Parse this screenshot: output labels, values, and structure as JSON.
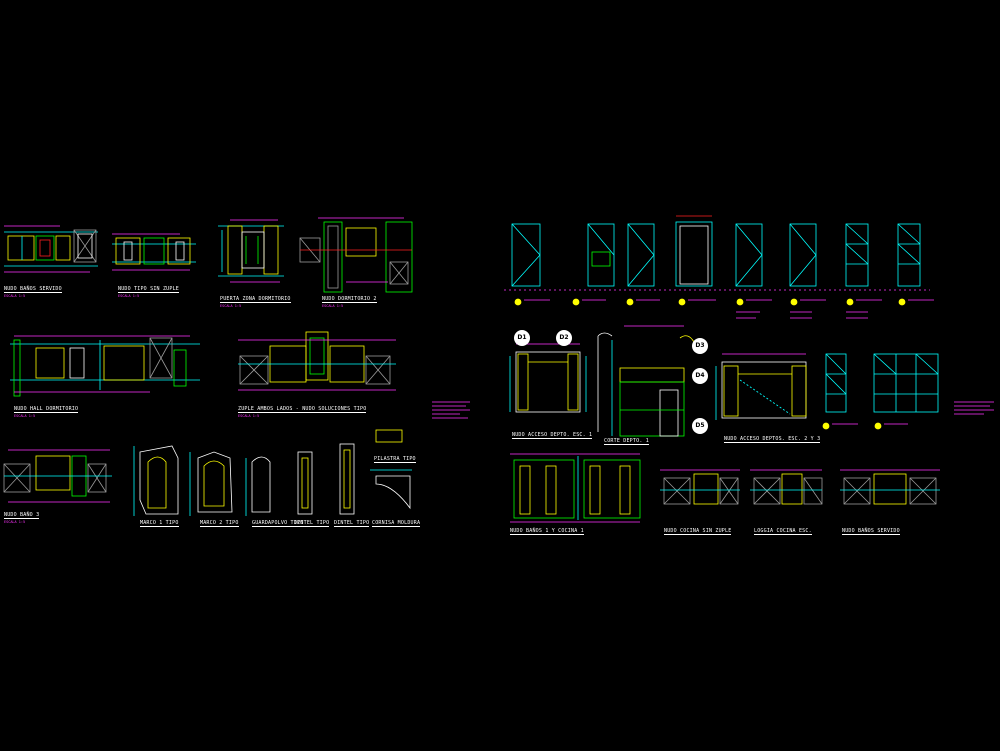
{
  "drawing": {
    "background": "#000000",
    "colors": {
      "cyan": "#00ffff",
      "yellow": "#ffff00",
      "green": "#00ff00",
      "magenta": "#ff33ff",
      "white": "#ffffff",
      "red": "#ff2020",
      "grey": "#9a9a9a",
      "blue": "#3333ff"
    },
    "left_sheet": {
      "labels": [
        "NUDO BAÑOS SERVIDO",
        "NUDO TIPO SIN ZUPLE",
        "PUERTA ZONA DORMITORIO",
        "NUDO DORMITORIO 2",
        "NUDO HALL DORMITORIO",
        "ZUPLE AMBOS LADOS - NUDO SOLUCIONES TIPO",
        "NUDO BAÑO 3",
        "MARCO 1 TIPO",
        "MARCO 2 TIPO",
        "GUARDAPOLVO TIPO",
        "DINTEL TIPO",
        "DINTEL TIPO",
        "CORNISA MOLDURA",
        "PILASTRA TIPO"
      ],
      "notes": [
        "ESCALA 1:5",
        "ESCALA 1:5",
        "ESCALA 1:5",
        "ESCALA 1:5",
        "ESCALA 1:5",
        "ESCALA 1:5",
        "ESCALA 1:5"
      ]
    },
    "right_sheet": {
      "labels": [
        "NUDO ACCESO DEPTO. ESC. 1",
        "CORTE DEPTO. 1",
        "NUDO ACCESO DEPTOS. ESC. 2 Y 3",
        "NUDO BAÑOS 1 Y COCINA 1",
        "NUDO COCINA SIN ZUPLE",
        "LOGGIA COCINA ESC.",
        "NUDO BAÑOS SERVIDO"
      ],
      "tags": [
        "D1",
        "D2",
        "D3",
        "D4",
        "D5"
      ]
    }
  }
}
